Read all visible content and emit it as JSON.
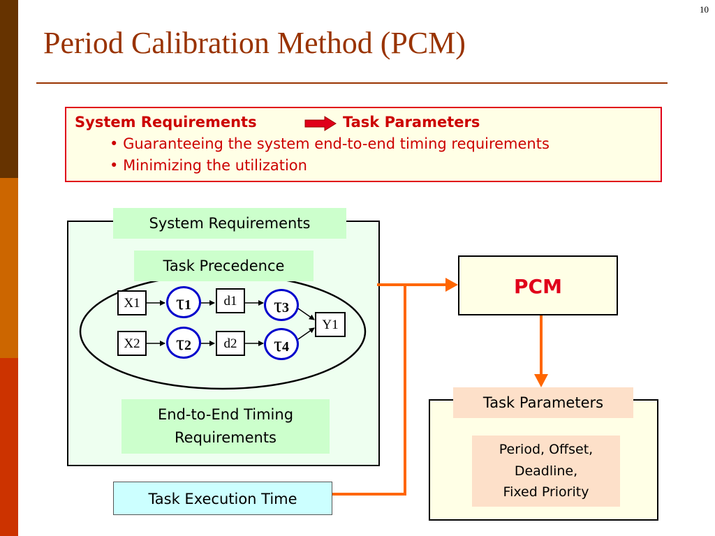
{
  "slide": {
    "page_number": "10",
    "title": "Period Calibration Method (PCM)"
  },
  "requirements_box": {
    "from_label": "System Requirements",
    "to_label": "Task Parameters",
    "bullets": [
      "Guaranteeing the system end-to-end timing requirements",
      "Minimizing the utilization"
    ],
    "bullet_symbol": "•",
    "arrow_color": "#e0001a"
  },
  "system_requirements": {
    "label": "System Requirements",
    "task_precedence": {
      "label": "Task Precedence",
      "inputs": [
        "X1",
        "X2"
      ],
      "tasks_first": [
        {
          "symbol": "τ",
          "sub": "1"
        },
        {
          "symbol": "τ",
          "sub": "2"
        }
      ],
      "delays": [
        "d1",
        "d2"
      ],
      "tasks_second": [
        {
          "symbol": "τ",
          "sub": "3"
        },
        {
          "symbol": "τ",
          "sub": "4"
        }
      ],
      "output": "Y1"
    },
    "timing": {
      "line1": "End-to-End Timing",
      "line2": "Requirements"
    }
  },
  "pcm_label": "PCM",
  "task_parameters": {
    "label": "Task Parameters",
    "lines": [
      "Period, Offset,",
      "Deadline,",
      "Fixed Priority"
    ]
  },
  "task_execution_time": "Task Execution Time",
  "colors": {
    "title": "#993300",
    "accent_red": "#cc0000",
    "flow_orange": "#ff6600",
    "task_circle": "#0000cc",
    "green_label": "#ccffcc",
    "peach_label": "#fde0c9",
    "cyan_label": "#ccffff"
  }
}
